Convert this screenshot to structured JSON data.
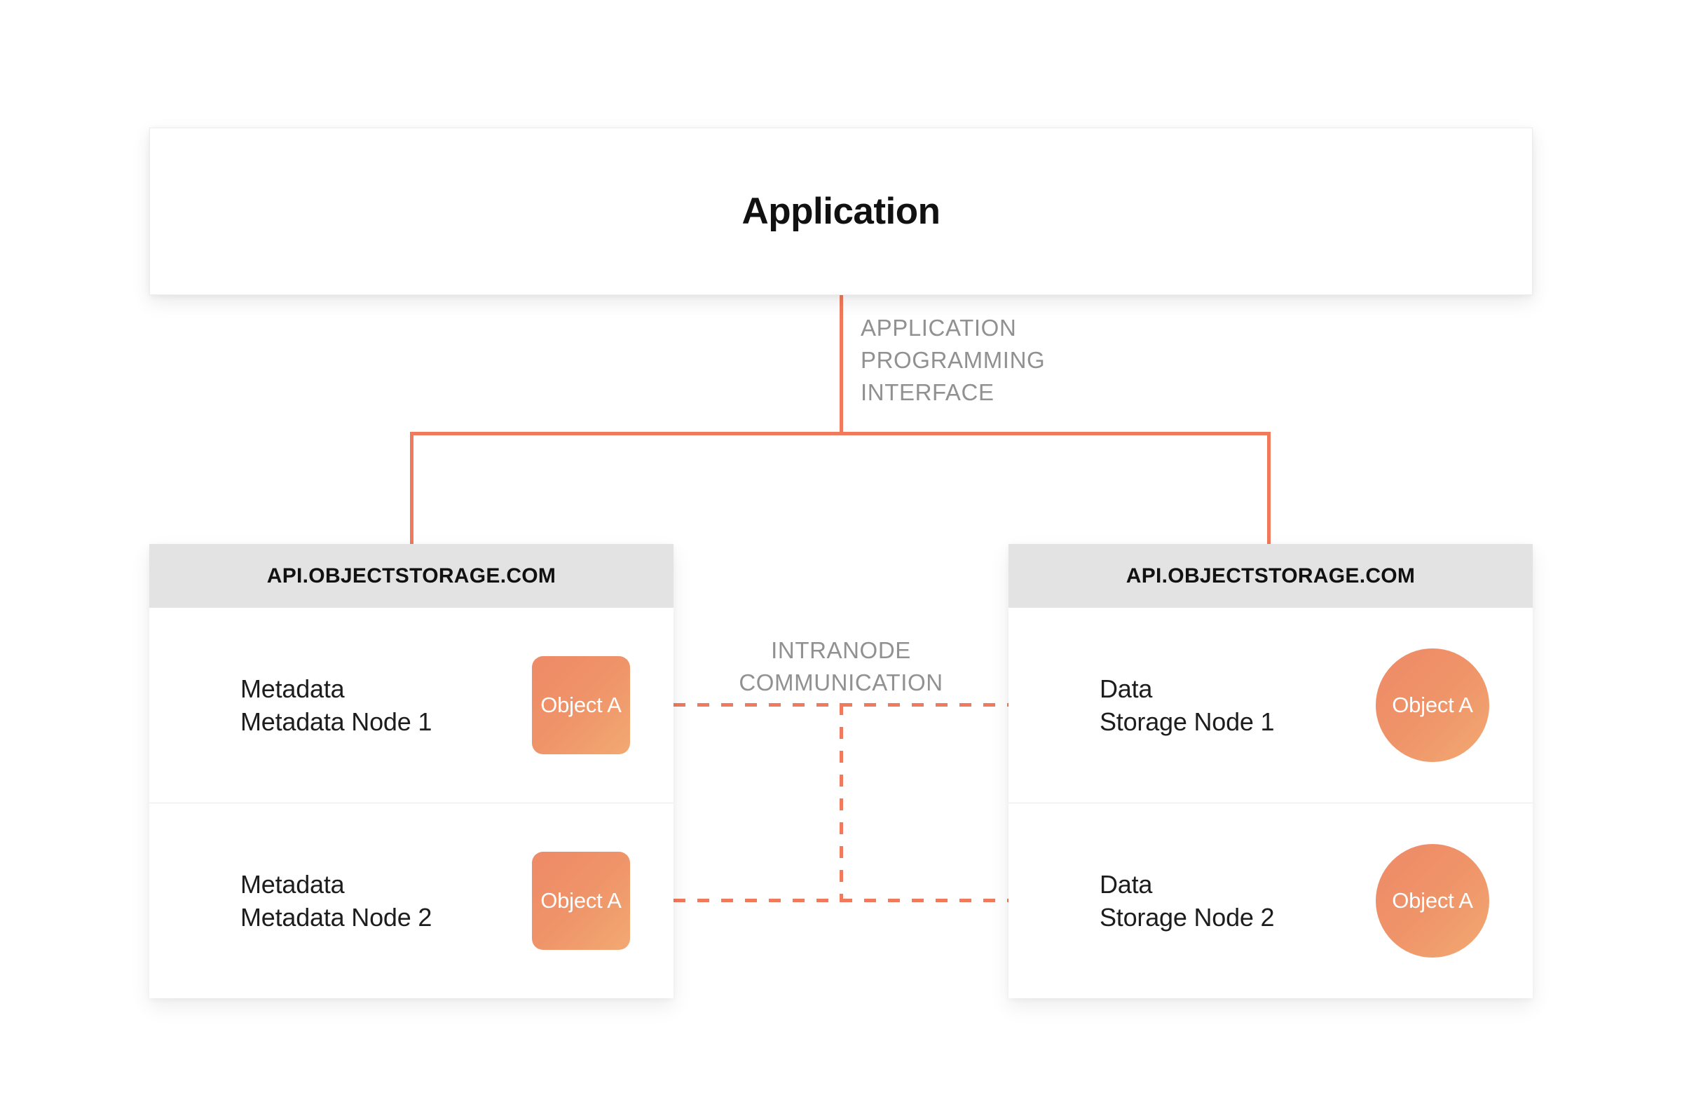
{
  "diagram": {
    "application": {
      "title": "Application"
    },
    "api_connector": {
      "label": "APPLICATION\nPROGRAMMING\nINTERFACE",
      "line_color": "#f1795c"
    },
    "intranode": {
      "label": "INTRANODE\nCOMMUNICATION",
      "line_color": "#f1795c",
      "line_style": "dashed"
    },
    "cards": [
      {
        "header": "API.OBJECTSTORAGE.COM",
        "header_bg": "#e3e3e3",
        "shape": "rounded-square",
        "rows": [
          {
            "text": "Metadata\nMetadata Node 1",
            "object_label": "Object\nA",
            "object_color": "#ee8a68"
          },
          {
            "text": "Metadata\nMetadata Node 2",
            "object_label": "Object\nA",
            "object_color": "#ee8a68"
          }
        ]
      },
      {
        "header": "API.OBJECTSTORAGE.COM",
        "header_bg": "#e3e3e3",
        "shape": "circle",
        "rows": [
          {
            "text": "Data\nStorage Node 1",
            "object_label": "Object\nA",
            "object_color": "#ee8a68"
          },
          {
            "text": "Data\nStorage Node 2",
            "object_label": "Object\nA",
            "object_color": "#ee8a68"
          }
        ]
      }
    ]
  }
}
